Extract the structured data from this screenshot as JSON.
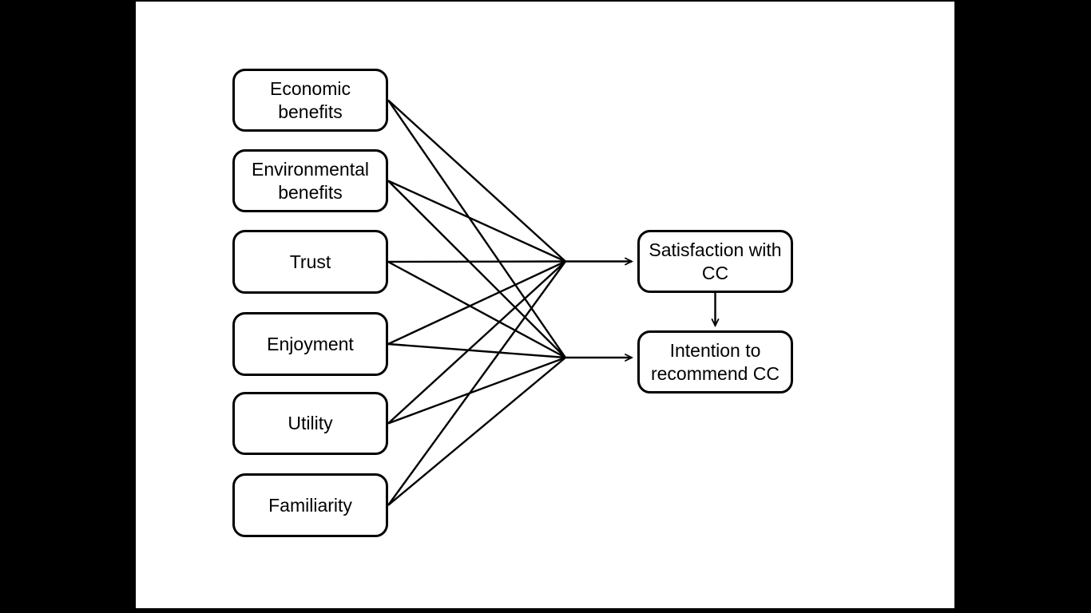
{
  "canvas": {
    "background_color": "#000000",
    "slide_color": "#ffffff",
    "line_color": "#000000"
  },
  "diagram": {
    "nodes": {
      "economic": {
        "label": "Economic benefits"
      },
      "environmental": {
        "label": "Environmental benefits"
      },
      "trust": {
        "label": "Trust"
      },
      "enjoyment": {
        "label": "Enjoyment"
      },
      "utility": {
        "label": "Utility"
      },
      "familiarity": {
        "label": "Familiarity"
      },
      "satisfaction": {
        "label": "Satisfaction with CC"
      },
      "intention": {
        "label": "Intention to recommend CC"
      }
    },
    "edges": [
      {
        "from": "economic",
        "to": "satisfaction"
      },
      {
        "from": "environmental",
        "to": "satisfaction"
      },
      {
        "from": "trust",
        "to": "satisfaction"
      },
      {
        "from": "enjoyment",
        "to": "satisfaction"
      },
      {
        "from": "utility",
        "to": "satisfaction"
      },
      {
        "from": "familiarity",
        "to": "satisfaction"
      },
      {
        "from": "economic",
        "to": "intention"
      },
      {
        "from": "environmental",
        "to": "intention"
      },
      {
        "from": "trust",
        "to": "intention"
      },
      {
        "from": "enjoyment",
        "to": "intention"
      },
      {
        "from": "utility",
        "to": "intention"
      },
      {
        "from": "familiarity",
        "to": "intention"
      },
      {
        "from": "satisfaction",
        "to": "intention"
      }
    ]
  }
}
